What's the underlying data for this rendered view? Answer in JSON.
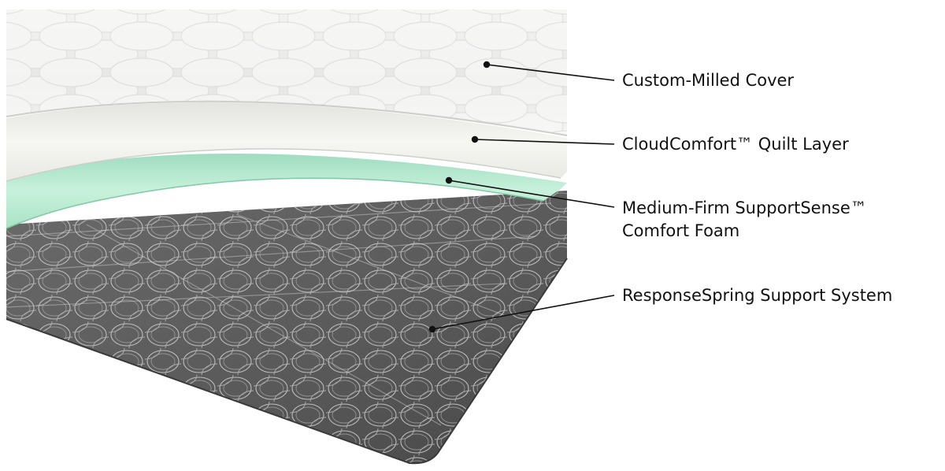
{
  "layers": [
    {
      "key": "cover",
      "label": "Custom-Milled Cover"
    },
    {
      "key": "quilt",
      "label": "CloudComfort™ Quilt Layer"
    },
    {
      "key": "foam",
      "label_line1": "Medium-Firm SupportSense™",
      "label_line2": "Comfort Foam"
    },
    {
      "key": "springs",
      "label": "ResponseSpring Support System"
    }
  ],
  "colors": {
    "cover": "#ebebea",
    "quilt": "#f0f0ec",
    "foam": "#c2eed7",
    "springs": "#5e5e5e",
    "leader": "#111111"
  },
  "icons": [
    "mattress-cutaway-illustration",
    "coil-spring-pattern"
  ]
}
